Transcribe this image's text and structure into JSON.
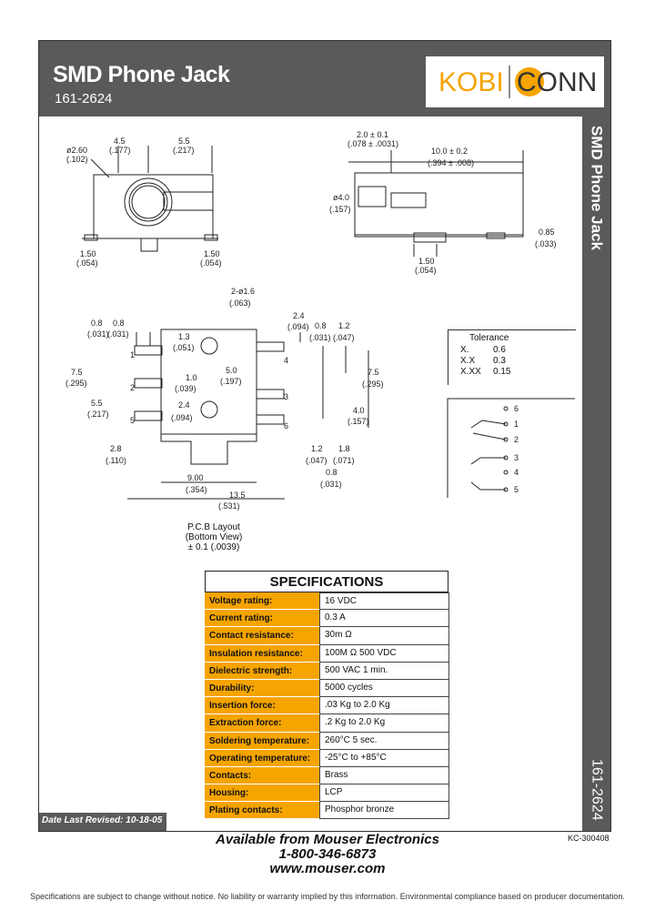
{
  "header": {
    "title": "SMD Phone Jack",
    "part_number": "161-2624",
    "logo_left": "KOBI",
    "logo_right": "CONN"
  },
  "sidebar": {
    "title": "SMD Phone Jack",
    "part_number": "161-2624"
  },
  "drawing_top_left": {
    "dim_45": "4.5",
    "dim_45_in": "(.177)",
    "dim_55": "5.5",
    "dim_55_in": "(.217)",
    "dia": "ø2.60",
    "dia_in": "(.102)",
    "left_150": "1.50",
    "left_150_in": "(.054)",
    "right_150": "1.50",
    "right_150_in": "(.054)"
  },
  "drawing_top_right": {
    "dim_20": "2.0 ± 0.1",
    "dim_20_in": "(.078 ± .0031)",
    "dim_100": "10.0 ± 0.2",
    "dim_100_in": "(.394 ± .008)",
    "dia_40": "ø4.0",
    "dia_40_in": "(.157)",
    "dim_085": "0.85",
    "dim_085_in": "(.033)",
    "dim_150": "1.50",
    "dim_150_in": "(.054)"
  },
  "drawing_pcb": {
    "d08a": "0.8",
    "d08a_in": "(.031)",
    "d08b": "0.8",
    "d08b_in": "(.031)",
    "d13": "1.3",
    "d13_in": "(.051)",
    "d75l": "7.5",
    "d75l_in": "(.295)",
    "d10": "1.0",
    "d10_in": "(.039)",
    "d55": "5.5",
    "d55_in": "(.217)",
    "d24": "2.4",
    "d24_in": "(.094)",
    "d28": "2.8",
    "d28_in": "(.110)",
    "d900": "9.00",
    "d900_in": "(.354)",
    "d135": "13.5",
    "d135_in": "(.531)",
    "hole": "2-ø1.6",
    "hole_in": "(.063)",
    "d50": "5.0",
    "d50_in": "(.197)",
    "r24": "2.4",
    "r24_in": "(.094)",
    "r08": "0.8",
    "r08_in": "(.031)",
    "r12": "1.2",
    "r12_in": "(.047)",
    "r75": "7.5",
    "r75_in": "(.295)",
    "r40": "4.0",
    "r40_in": "(.157)",
    "b12": "1.2",
    "b12_in": "(.047)",
    "b18": "1.8",
    "b18_in": "(.071)",
    "b08": "0.8",
    "b08_in": "(.031)",
    "pins": [
      "1",
      "2",
      "5",
      "4",
      "3",
      "6"
    ]
  },
  "pcb_caption": {
    "line1": "P.C.B Layout",
    "line2": "(Bottom View)",
    "line3": "± 0.1 (.0039)"
  },
  "tolerance": {
    "title": "Tolerance",
    "rows": [
      {
        "fmt": "X.",
        "val": "0.6"
      },
      {
        "fmt": "X.X",
        "val": "0.3"
      },
      {
        "fmt": "X.XX",
        "val": "0.15"
      }
    ]
  },
  "schematic": {
    "pins": [
      "6",
      "1",
      "2",
      "3",
      "4",
      "5"
    ]
  },
  "specs": {
    "title": "SPECIFICATIONS",
    "rows": [
      {
        "label": "Voltage rating:",
        "value": "16 VDC"
      },
      {
        "label": "Current rating:",
        "value": "0.3 A"
      },
      {
        "label": "Contact resistance:",
        "value": "30m Ω"
      },
      {
        "label": "Insulation resistance:",
        "value": "100M Ω 500 VDC"
      },
      {
        "label": "Dielectric strength:",
        "value": "500 VAC 1 min."
      },
      {
        "label": "Durability:",
        "value": "5000 cycles"
      },
      {
        "label": "Insertion force:",
        "value": ".03 Kg to 2.0 Kg"
      },
      {
        "label": "Extraction force:",
        "value": ".2 Kg to 2.0 Kg"
      },
      {
        "label": "Soldering temperature:",
        "value": "260°C 5 sec."
      },
      {
        "label": "Operating temperature:",
        "value": "-25°C to +85°C"
      },
      {
        "label": "Contacts:",
        "value": "Brass"
      },
      {
        "label": "Housing:",
        "value": "LCP"
      },
      {
        "label": "Plating contacts:",
        "value": "Phosphor bronze"
      }
    ]
  },
  "footer": {
    "revised": "Date Last Revised:  10-18-05",
    "available": "Available from Mouser Electronics",
    "phone": "1-800-346-6873",
    "web": "www.mouser.com",
    "doc_code": "KC-300408",
    "disclaimer": "Specifications are subject to change without notice. No liability or warranty implied by this information. Environmental compliance based on producer documentation."
  },
  "colors": {
    "header_gray": "#5a5a5a",
    "spec_orange": "#f5a400",
    "logo_orange": "#f5a400"
  }
}
